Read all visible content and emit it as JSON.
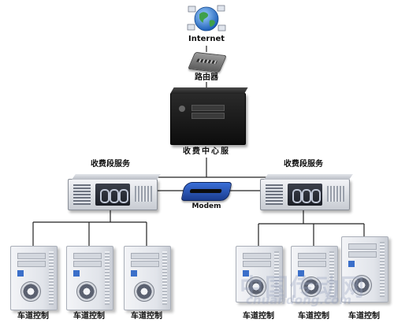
{
  "diagram": {
    "nodes": {
      "internet": {
        "label": "Internet",
        "icon": "globe-icon"
      },
      "router": {
        "label": "路由器",
        "icon": "router-icon"
      },
      "center_server": {
        "label": "收费中心服",
        "icon": "rack-server-icon"
      },
      "left_server": {
        "label": "收费段服务",
        "icon": "rack-server-icon"
      },
      "right_server": {
        "label": "收费段服务",
        "icon": "rack-server-icon"
      },
      "modem": {
        "label": "Modem",
        "icon": "modem-icon"
      }
    },
    "lanes_left": [
      {
        "label": "车道控制",
        "icon": "tower-pc-icon"
      },
      {
        "label": "车道控制",
        "icon": "tower-pc-icon"
      },
      {
        "label": "车道控制",
        "icon": "tower-pc-icon"
      }
    ],
    "lanes_right": [
      {
        "label": "车道控制",
        "icon": "tower-pc-icon"
      },
      {
        "label": "车道控制",
        "icon": "tower-pc-icon"
      },
      {
        "label": "车道控制",
        "icon": "tower-pc-icon"
      }
    ]
  },
  "watermark": {
    "cn": "中国传动网",
    "en": "chuandong.com"
  },
  "colors": {
    "line": "#222222",
    "modem_blue": "#2a5ac0",
    "server_dark": "#111111",
    "globe_blue": "#2f78d0"
  }
}
